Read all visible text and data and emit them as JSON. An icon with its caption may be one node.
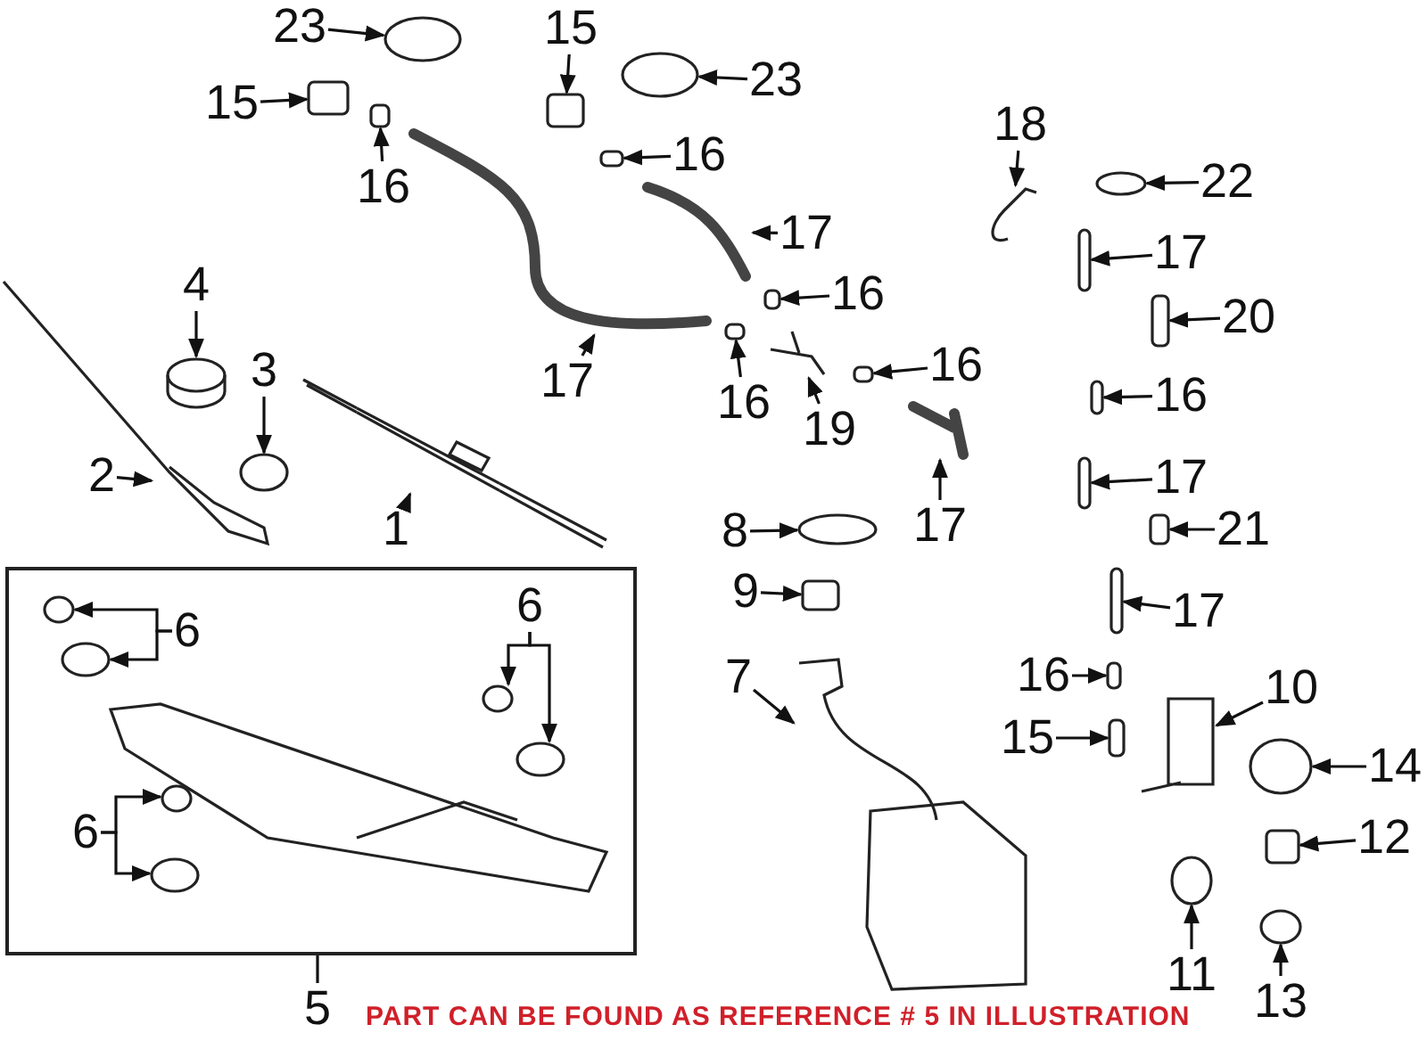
{
  "diagram": {
    "nodes": [
      {
        "text": [
          "23"
        ]
      },
      {
        "text": [
          "15"
        ]
      },
      {
        "text": [
          "23"
        ]
      },
      {
        "text": [
          "15"
        ]
      },
      {
        "text": [
          "18"
        ]
      },
      {
        "text": [
          "16"
        ]
      },
      {
        "text": [
          "22"
        ]
      },
      {
        "text": [
          "16"
        ]
      },
      {
        "text": [
          "17"
        ]
      },
      {
        "text": [
          "17"
        ]
      },
      {
        "text": [
          "4"
        ]
      },
      {
        "text": [
          "16"
        ]
      },
      {
        "text": [
          "20"
        ]
      },
      {
        "text": [
          "17"
        ]
      },
      {
        "text": [
          "16"
        ]
      },
      {
        "text": [
          "3"
        ]
      },
      {
        "text": [
          "16"
        ]
      },
      {
        "text": [
          "16"
        ]
      },
      {
        "text": [
          "19"
        ]
      },
      {
        "text": [
          "2"
        ]
      },
      {
        "text": [
          "17"
        ]
      },
      {
        "text": [
          "1"
        ]
      },
      {
        "text": [
          "17"
        ]
      },
      {
        "text": [
          "21"
        ]
      },
      {
        "text": [
          "8"
        ]
      },
      {
        "text": [],
        "shape": "box"
      },
      {
        "text": [
          "6"
        ],
        "in": 25
      },
      {
        "text": [
          "6"
        ],
        "in": 25
      },
      {
        "text": [
          "6"
        ],
        "in": 25
      },
      {
        "text": [
          "9"
        ]
      },
      {
        "text": [
          "17"
        ]
      },
      {
        "text": [
          "16"
        ]
      },
      {
        "text": [
          "7"
        ]
      },
      {
        "text": [
          "10"
        ]
      },
      {
        "text": [
          "15"
        ]
      },
      {
        "text": [
          "14"
        ]
      },
      {
        "text": [
          "12"
        ]
      },
      {
        "text": [
          "11"
        ]
      },
      {
        "text": [
          "13"
        ]
      },
      {
        "text": [
          "5"
        ]
      },
      {
        "text": [],
        "shape": "circle"
      },
      {
        "text": [],
        "shape": "box"
      },
      {
        "text": [],
        "shape": "circle"
      },
      {
        "text": [],
        "shape": "box"
      },
      {
        "text": [],
        "shape": "picture"
      },
      {
        "text": [],
        "shape": "box"
      },
      {
        "text": [],
        "shape": "circle"
      },
      {
        "text": [],
        "shape": "box"
      },
      {
        "text": [],
        "shape": "picture"
      },
      {
        "text": [],
        "shape": "box"
      },
      {
        "text": [],
        "shape": "cylinder"
      },
      {
        "text": [],
        "shape": "box"
      },
      {
        "text": [],
        "shape": "box"
      },
      {
        "text": [],
        "shape": "picture"
      },
      {
        "text": [],
        "shape": "box"
      },
      {
        "text": [],
        "shape": "circle"
      },
      {
        "text": [],
        "shape": "box"
      },
      {
        "text": [],
        "shape": "box"
      },
      {
        "text": [],
        "shape": "picture"
      },
      {
        "text": [],
        "shape": "picture"
      },
      {
        "text": [],
        "shape": "box"
      },
      {
        "text": [],
        "shape": "picture"
      },
      {
        "text": [],
        "shape": "picture"
      },
      {
        "text": [],
        "shape": "box"
      },
      {
        "text": [],
        "shape": "circle"
      },
      {
        "text": [],
        "shape": "circle",
        "in": 25
      },
      {
        "text": [],
        "shape": "circle",
        "in": 25
      },
      {
        "text": [],
        "shape": "circle",
        "in": 25
      },
      {
        "text": [],
        "shape": "circle",
        "in": 25
      },
      {
        "text": [],
        "shape": "circle",
        "in": 25
      },
      {
        "text": [],
        "shape": "circle",
        "in": 25
      },
      {
        "text": [],
        "shape": "box"
      },
      {
        "text": [],
        "shape": "box"
      },
      {
        "text": [],
        "shape": "box"
      },
      {
        "text": [],
        "shape": "picture"
      },
      {
        "text": [],
        "shape": "picture"
      },
      {
        "text": [],
        "shape": "box"
      },
      {
        "text": [],
        "shape": "circle"
      },
      {
        "text": [],
        "shape": "box"
      },
      {
        "text": [],
        "shape": "circle"
      },
      {
        "text": [],
        "shape": "circle"
      }
    ],
    "edges": [
      {
        "from": 0,
        "to": 40,
        "arrow": "to"
      },
      {
        "from": 1,
        "to": 41,
        "arrow": "to"
      },
      {
        "from": 2,
        "to": 42,
        "arrow": "to"
      },
      {
        "from": 3,
        "to": 43,
        "arrow": "to"
      },
      {
        "from": 4,
        "to": 44,
        "arrow": "to"
      },
      {
        "from": 5,
        "to": 45,
        "arrow": "to"
      },
      {
        "from": 6,
        "to": 46,
        "arrow": "to"
      },
      {
        "from": 7,
        "to": 47,
        "arrow": "to"
      },
      {
        "from": 8,
        "to": 48,
        "arrow": "to"
      },
      {
        "from": 9,
        "to": 49,
        "arrow": "to"
      },
      {
        "from": 10,
        "to": 50,
        "arrow": "to"
      },
      {
        "from": 11,
        "to": 51,
        "arrow": "to"
      },
      {
        "from": 12,
        "to": 52,
        "arrow": "to"
      },
      {
        "from": 13,
        "to": 53,
        "arrow": "to"
      },
      {
        "from": 14,
        "to": 54,
        "arrow": "to"
      },
      {
        "from": 15,
        "to": 55,
        "arrow": "to"
      },
      {
        "from": 16,
        "to": 56,
        "arrow": "to"
      },
      {
        "from": 17,
        "to": 57,
        "arrow": "to"
      },
      {
        "from": 18,
        "to": 58,
        "arrow": "to"
      },
      {
        "from": 19,
        "to": 59,
        "arrow": "to"
      },
      {
        "from": 20,
        "to": 60,
        "arrow": "to"
      },
      {
        "from": 21,
        "to": 61,
        "arrow": "to"
      },
      {
        "from": 22,
        "to": 62,
        "arrow": "to"
      },
      {
        "from": 23,
        "to": 63,
        "arrow": "to"
      },
      {
        "from": 24,
        "to": 64,
        "arrow": "to"
      },
      {
        "from": 26,
        "to": 65,
        "arrow": "to"
      },
      {
        "from": 26,
        "to": 66,
        "arrow": "to"
      },
      {
        "from": 27,
        "to": 67,
        "arrow": "to"
      },
      {
        "from": 27,
        "to": 68,
        "arrow": "to"
      },
      {
        "from": 28,
        "to": 69,
        "arrow": "to"
      },
      {
        "from": 28,
        "to": 70,
        "arrow": "to"
      },
      {
        "from": 29,
        "to": 71,
        "arrow": "to"
      },
      {
        "from": 30,
        "to": 72,
        "arrow": "to"
      },
      {
        "from": 31,
        "to": 73,
        "arrow": "to"
      },
      {
        "from": 32,
        "to": 74,
        "arrow": "to"
      },
      {
        "from": 33,
        "to": 75,
        "arrow": "to"
      },
      {
        "from": 34,
        "to": 76,
        "arrow": "to"
      },
      {
        "from": 35,
        "to": 77,
        "arrow": "to"
      },
      {
        "from": 36,
        "to": 78,
        "arrow": "to"
      },
      {
        "from": 37,
        "to": 79,
        "arrow": "to"
      },
      {
        "from": 38,
        "to": 80,
        "arrow": "to"
      },
      {
        "from": 39,
        "to": 25,
        "arrow": "none"
      }
    ],
    "labels": [
      "PART CAN BE FOUND AS REFERENCE # 5 IN ILLUSTRATION"
    ]
  }
}
